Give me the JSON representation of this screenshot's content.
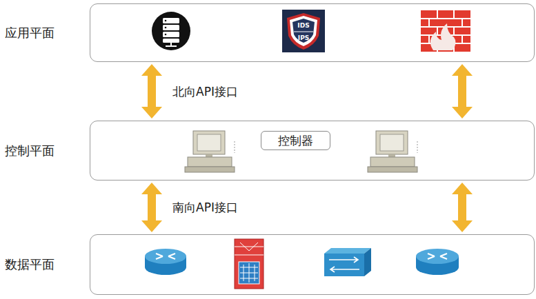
{
  "diagram": {
    "nodes": [
      {
        "text": [
          "应用平面"
        ]
      },
      {
        "text": [
          "控制平面"
        ]
      },
      {
        "text": [
          "控制器"
        ],
        "in": 1
      },
      {
        "text": [
          "数据平面"
        ]
      }
    ],
    "edges": [
      {
        "from": 0,
        "to": 1,
        "arrow": "both",
        "label": "北向API接口"
      },
      {
        "from": 0,
        "to": 1,
        "arrow": "both"
      },
      {
        "from": 1,
        "to": 3,
        "arrow": "both",
        "label": "南向API接口"
      },
      {
        "from": 1,
        "to": 3,
        "arrow": "both"
      }
    ],
    "labels": [
      "IDS",
      "IPS"
    ]
  }
}
